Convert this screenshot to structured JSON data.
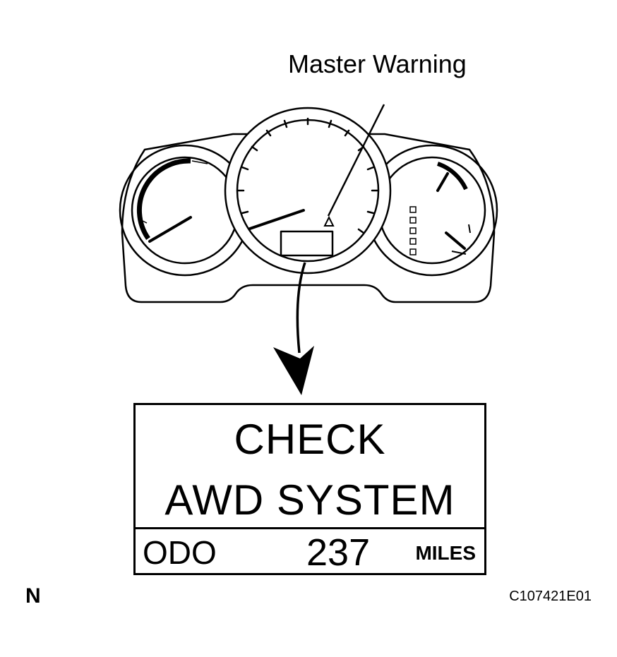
{
  "callout": {
    "master_warning": "Master Warning"
  },
  "display": {
    "line1": "CHECK",
    "line2": "AWD SYSTEM",
    "odo_label": "ODO",
    "odo_value": "237",
    "odo_unit": "MILES"
  },
  "figure": {
    "left_mark": "N",
    "code": "C107421E01"
  },
  "icons": [
    "master-warning-icon"
  ]
}
